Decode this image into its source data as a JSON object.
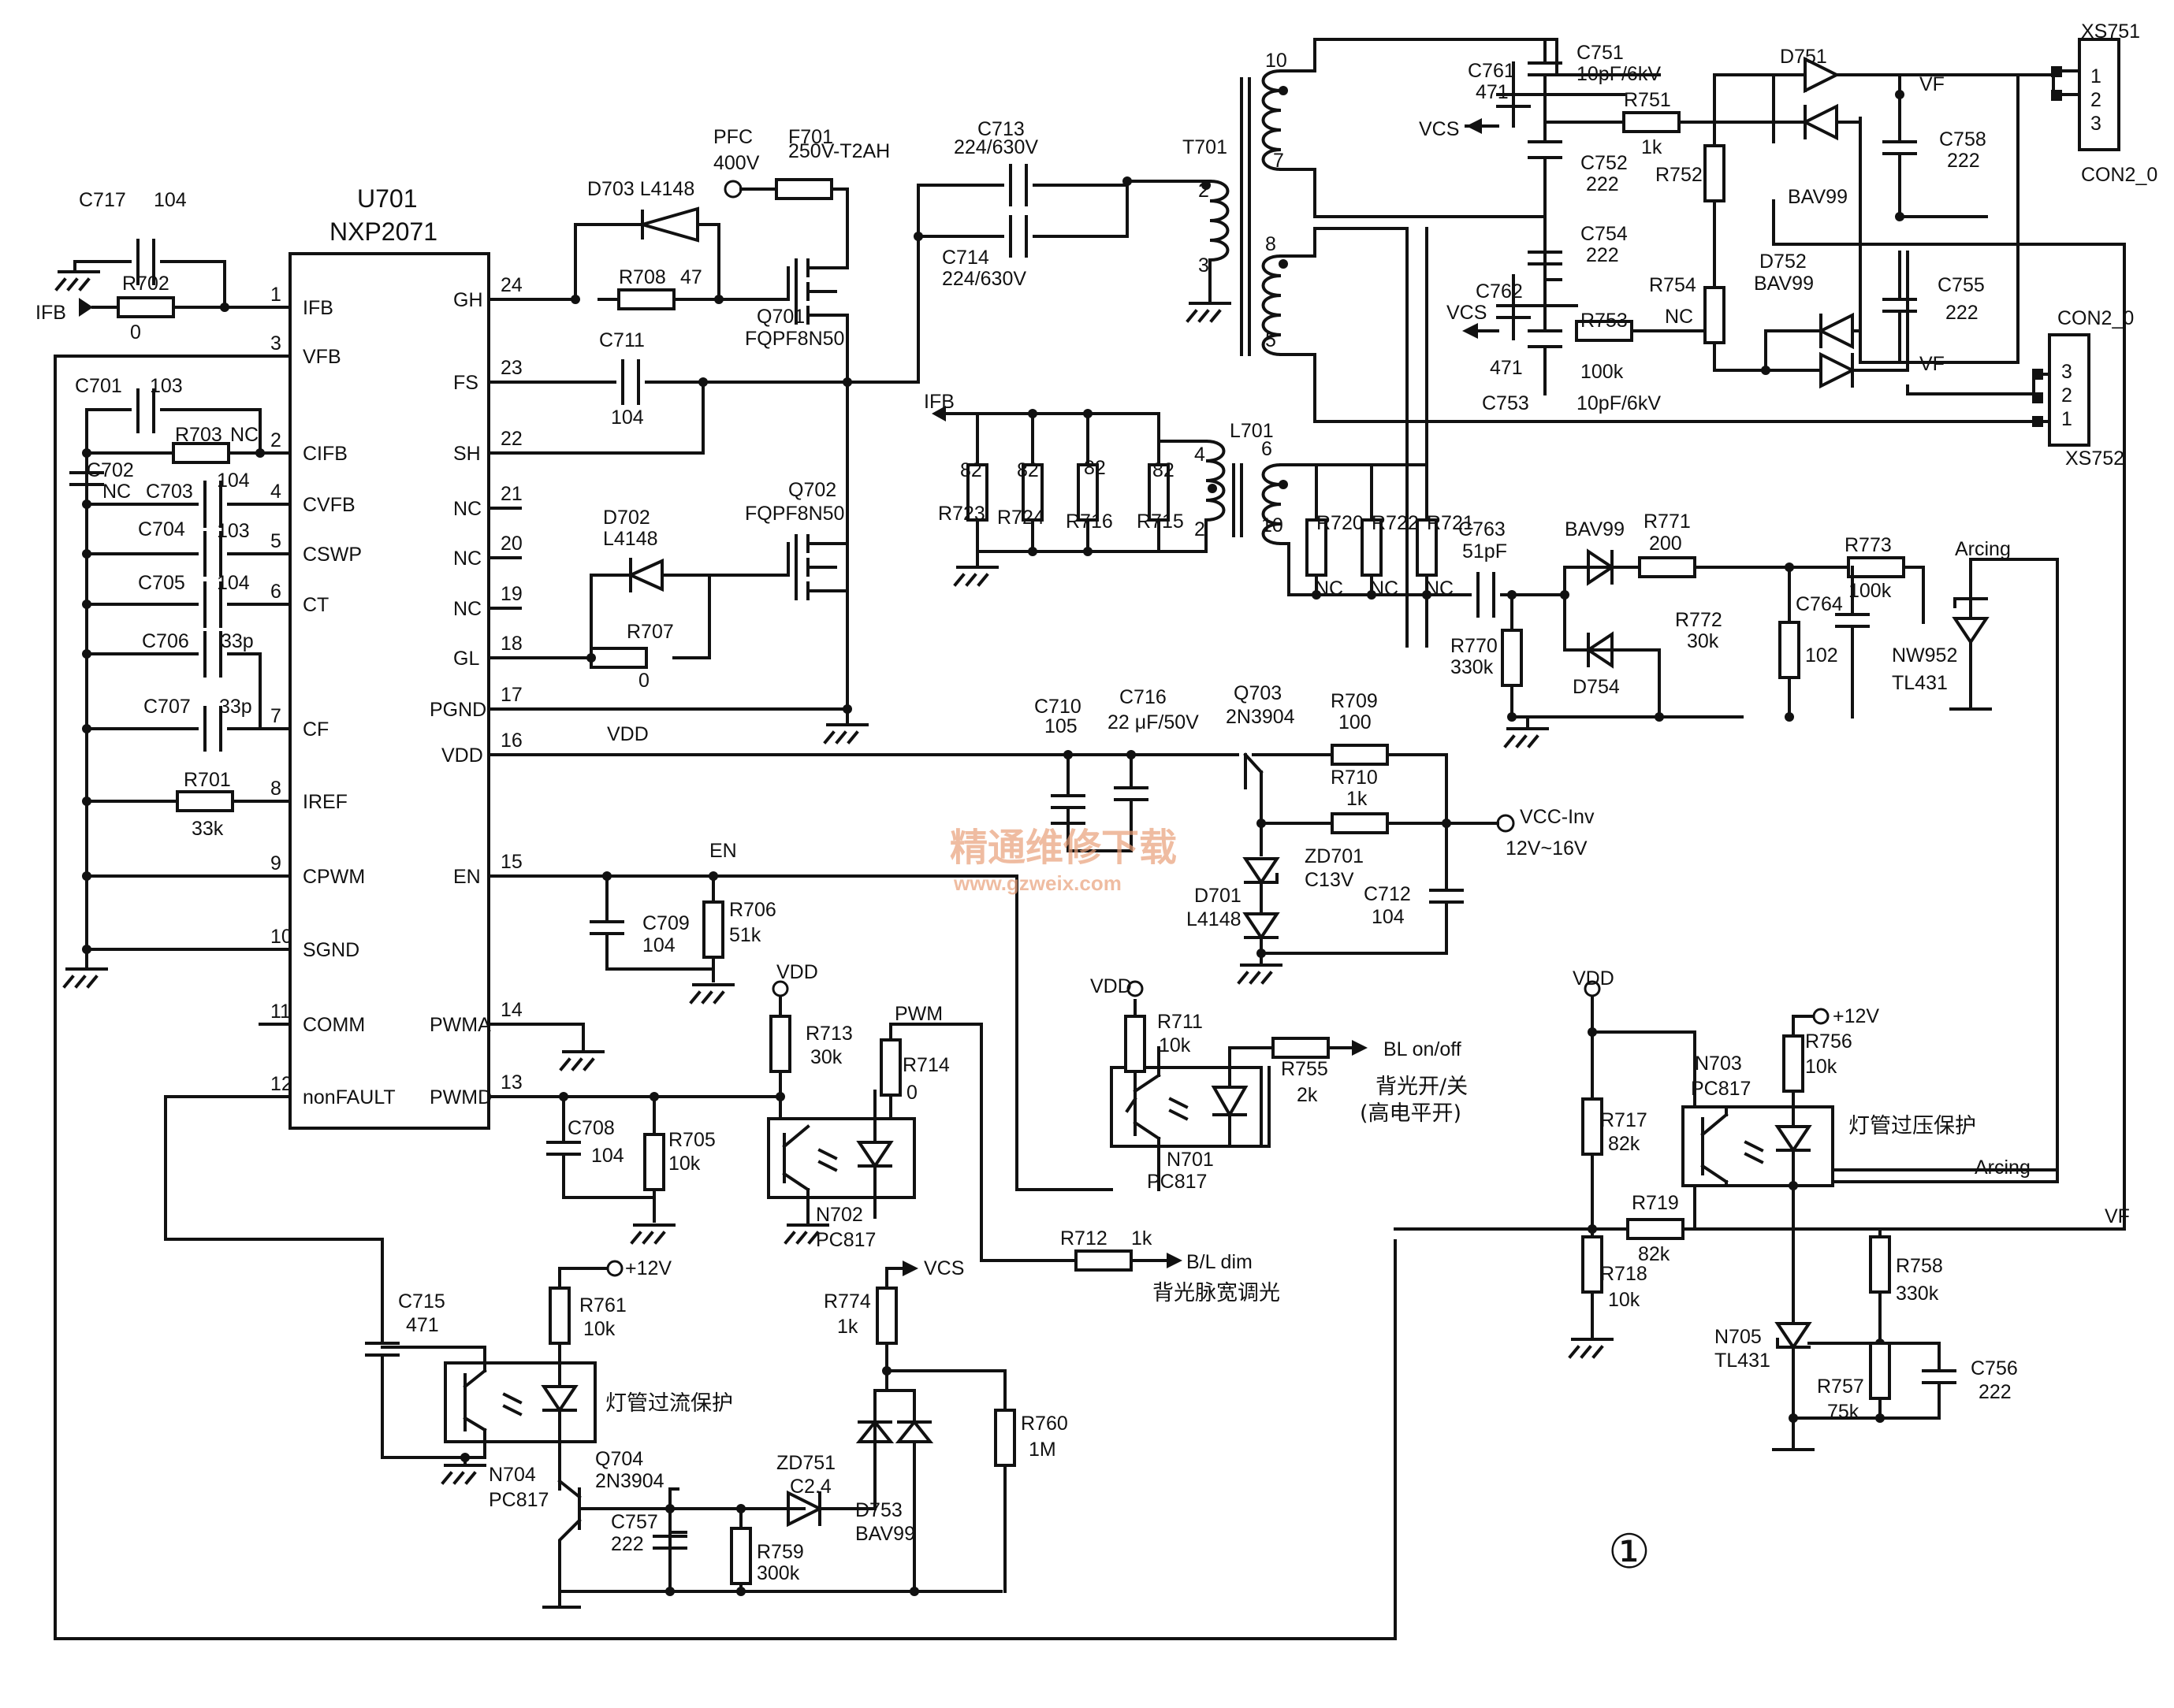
{
  "ic": {
    "ref": "U701",
    "part": "NXP2071",
    "left_pins": [
      {
        "num": "1",
        "name": "IFB"
      },
      {
        "num": "3",
        "name": "VFB"
      },
      {
        "num": "2",
        "name": "CIFB"
      },
      {
        "num": "4",
        "name": "CVFB"
      },
      {
        "num": "5",
        "name": "CSWP"
      },
      {
        "num": "6",
        "name": "CT"
      },
      {
        "num": "7",
        "name": "CF"
      },
      {
        "num": "8",
        "name": "IREF"
      },
      {
        "num": "9",
        "name": "CPWM"
      },
      {
        "num": "10",
        "name": "SGND"
      },
      {
        "num": "11",
        "name": "COMM"
      },
      {
        "num": "12",
        "name": "nonFAULT"
      }
    ],
    "right_pins": [
      {
        "num": "24",
        "name": "GH"
      },
      {
        "num": "23",
        "name": "FS"
      },
      {
        "num": "22",
        "name": "SH"
      },
      {
        "num": "21",
        "name": "NC"
      },
      {
        "num": "20",
        "name": "NC"
      },
      {
        "num": "19",
        "name": "NC"
      },
      {
        "num": "18",
        "name": "GL"
      },
      {
        "num": "17",
        "name": "PGND"
      },
      {
        "num": "16",
        "name": "VDD"
      },
      {
        "num": "15",
        "name": "EN"
      },
      {
        "num": "14",
        "name": "PWMA"
      },
      {
        "num": "13",
        "name": "PWMD"
      }
    ]
  },
  "labels": [
    {
      "id": "c717",
      "text": "C717"
    },
    {
      "id": "c717v",
      "text": "104"
    },
    {
      "id": "r702",
      "text": "R702"
    },
    {
      "id": "r702v",
      "text": "0"
    },
    {
      "id": "ifb_in",
      "text": "IFB"
    },
    {
      "id": "c701",
      "text": "C701"
    },
    {
      "id": "c701v",
      "text": "103"
    },
    {
      "id": "r703",
      "text": "R703"
    },
    {
      "id": "r703v",
      "text": "NC"
    },
    {
      "id": "c702",
      "text": "C702"
    },
    {
      "id": "c702v",
      "text": "NC"
    },
    {
      "id": "c703",
      "text": "C703"
    },
    {
      "id": "c703v",
      "text": "104"
    },
    {
      "id": "c704",
      "text": "C704"
    },
    {
      "id": "c704v",
      "text": "103"
    },
    {
      "id": "c705",
      "text": "C705"
    },
    {
      "id": "c705v",
      "text": "104"
    },
    {
      "id": "c706",
      "text": "C706"
    },
    {
      "id": "c706v",
      "text": "33p"
    },
    {
      "id": "c707",
      "text": "C707"
    },
    {
      "id": "c707v",
      "text": "33p"
    },
    {
      "id": "r701",
      "text": "R701"
    },
    {
      "id": "r701v",
      "text": "33k"
    },
    {
      "id": "d703",
      "text": "D703 L4148"
    },
    {
      "id": "r708",
      "text": "R708"
    },
    {
      "id": "r708v",
      "text": "47"
    },
    {
      "id": "pfc",
      "text": "PFC"
    },
    {
      "id": "pfcv",
      "text": "400V"
    },
    {
      "id": "f701",
      "text": "F701"
    },
    {
      "id": "f701v",
      "text": "250V-T2AH"
    },
    {
      "id": "q701",
      "text": "Q701"
    },
    {
      "id": "q701v",
      "text": "FQPF8N50"
    },
    {
      "id": "c711",
      "text": "C711"
    },
    {
      "id": "c711v",
      "text": "104"
    },
    {
      "id": "q702",
      "text": "Q702"
    },
    {
      "id": "q702v",
      "text": "FQPF8N50"
    },
    {
      "id": "d702",
      "text": "D702"
    },
    {
      "id": "d702v",
      "text": "L4148"
    },
    {
      "id": "r707",
      "text": "R707"
    },
    {
      "id": "r707v",
      "text": "0"
    },
    {
      "id": "c713",
      "text": "C713"
    },
    {
      "id": "c713v",
      "text": "224/630V"
    },
    {
      "id": "c714",
      "text": "C714"
    },
    {
      "id": "c714v",
      "text": "224/630V"
    },
    {
      "id": "t701",
      "text": "T701"
    },
    {
      "id": "c761",
      "text": "C761"
    },
    {
      "id": "c761v",
      "text": "471"
    },
    {
      "id": "c751",
      "text": "C751"
    },
    {
      "id": "c751v",
      "text": "10pF/6kV"
    },
    {
      "id": "r751",
      "text": "R751"
    },
    {
      "id": "r751v",
      "text": "1k"
    },
    {
      "id": "c752",
      "text": "C752"
    },
    {
      "id": "c752v",
      "text": "222"
    },
    {
      "id": "vcs1",
      "text": "VCS"
    },
    {
      "id": "r752",
      "text": "R752"
    },
    {
      "id": "d751",
      "text": "D751"
    },
    {
      "id": "bav99a",
      "text": "BAV99"
    },
    {
      "id": "vf1",
      "text": "VF"
    },
    {
      "id": "c758",
      "text": "C758"
    },
    {
      "id": "c758v",
      "text": "222"
    },
    {
      "id": "xs751",
      "text": "XS751"
    },
    {
      "id": "con2a",
      "text": "CON2_0"
    },
    {
      "id": "c754",
      "text": "C754"
    },
    {
      "id": "c754v",
      "text": "222"
    },
    {
      "id": "c762",
      "text": "C762"
    },
    {
      "id": "c762v",
      "text": "471"
    },
    {
      "id": "vcs2",
      "text": "VCS"
    },
    {
      "id": "r754",
      "text": "R754"
    },
    {
      "id": "r754v",
      "text": "NC"
    },
    {
      "id": "d752",
      "text": "D752"
    },
    {
      "id": "bav99b",
      "text": "BAV99"
    },
    {
      "id": "c755",
      "text": "C755"
    },
    {
      "id": "c755v",
      "text": "222"
    },
    {
      "id": "r753",
      "text": "R753"
    },
    {
      "id": "r753v",
      "text": "100k"
    },
    {
      "id": "c753",
      "text": "C753"
    },
    {
      "id": "c753v",
      "text": "10pF/6kV"
    },
    {
      "id": "vf2",
      "text": "VF"
    },
    {
      "id": "con2b",
      "text": "CON2_0"
    },
    {
      "id": "xs752",
      "text": "XS752"
    },
    {
      "id": "ifb_top",
      "text": "IFB"
    },
    {
      "id": "r723",
      "text": "R723"
    },
    {
      "id": "r723v",
      "text": "82"
    },
    {
      "id": "r724",
      "text": "R724"
    },
    {
      "id": "r724v",
      "text": "82"
    },
    {
      "id": "r716",
      "text": "R716"
    },
    {
      "id": "r716v",
      "text": "82"
    },
    {
      "id": "r715",
      "text": "R715"
    },
    {
      "id": "r715v",
      "text": "82"
    },
    {
      "id": "l701",
      "text": "L701"
    },
    {
      "id": "r720",
      "text": "R720"
    },
    {
      "id": "r722",
      "text": "R722"
    },
    {
      "id": "r721",
      "text": "R721"
    },
    {
      "id": "nc1",
      "text": "NC"
    },
    {
      "id": "nc2",
      "text": "NC"
    },
    {
      "id": "nc3",
      "text": "NC"
    },
    {
      "id": "c763",
      "text": "C763"
    },
    {
      "id": "c763v",
      "text": "51pF"
    },
    {
      "id": "bav99c",
      "text": "BAV99"
    },
    {
      "id": "r771",
      "text": "R771"
    },
    {
      "id": "r771v",
      "text": "200"
    },
    {
      "id": "r773",
      "text": "R773"
    },
    {
      "id": "r773v",
      "text": "100k"
    },
    {
      "id": "arcing1",
      "text": "Arcing"
    },
    {
      "id": "r772",
      "text": "R772"
    },
    {
      "id": "r772v",
      "text": "30k"
    },
    {
      "id": "c764",
      "text": "C764"
    },
    {
      "id": "c764v",
      "text": "102"
    },
    {
      "id": "r770",
      "text": "R770"
    },
    {
      "id": "r770v",
      "text": "330k"
    },
    {
      "id": "d754",
      "text": "D754"
    },
    {
      "id": "nw952",
      "text": "NW952"
    },
    {
      "id": "tl431a",
      "text": "TL431"
    },
    {
      "id": "c710",
      "text": "C710"
    },
    {
      "id": "c710v",
      "text": "105"
    },
    {
      "id": "c716",
      "text": "C716"
    },
    {
      "id": "c716v",
      "text": "22 μF/50V"
    },
    {
      "id": "q703",
      "text": "Q703"
    },
    {
      "id": "q703v",
      "text": "2N3904"
    },
    {
      "id": "r709",
      "text": "R709"
    },
    {
      "id": "r709v",
      "text": "100"
    },
    {
      "id": "r710",
      "text": "R710"
    },
    {
      "id": "r710v",
      "text": "1k"
    },
    {
      "id": "vccinv",
      "text": "VCC-Inv"
    },
    {
      "id": "vccrange",
      "text": "12V~16V"
    },
    {
      "id": "zd701",
      "text": "ZD701"
    },
    {
      "id": "zd701v",
      "text": "C13V"
    },
    {
      "id": "d701",
      "text": "D701"
    },
    {
      "id": "d701v",
      "text": "L4148"
    },
    {
      "id": "c712",
      "text": "C712"
    },
    {
      "id": "c712v",
      "text": "104"
    },
    {
      "id": "vddlbl",
      "text": "VDD"
    },
    {
      "id": "en",
      "text": "EN"
    },
    {
      "id": "c709",
      "text": "C709"
    },
    {
      "id": "c709v",
      "text": "104"
    },
    {
      "id": "r706",
      "text": "R706"
    },
    {
      "id": "r706v",
      "text": "51k"
    },
    {
      "id": "vdd2",
      "text": "VDD"
    },
    {
      "id": "r711",
      "text": "R711"
    },
    {
      "id": "r711v",
      "text": "10k"
    },
    {
      "id": "r755",
      "text": "R755"
    },
    {
      "id": "r755v",
      "text": "2k"
    },
    {
      "id": "blonoff",
      "text": "BL on/off"
    },
    {
      "id": "n701",
      "text": "N701"
    },
    {
      "id": "pc817a",
      "text": "PC817"
    },
    {
      "id": "vdd3",
      "text": "VDD"
    },
    {
      "id": "r713",
      "text": "R713"
    },
    {
      "id": "r713v",
      "text": "30k"
    },
    {
      "id": "pwm",
      "text": "PWM"
    },
    {
      "id": "r714",
      "text": "R714"
    },
    {
      "id": "r714v",
      "text": "0"
    },
    {
      "id": "c708",
      "text": "C708"
    },
    {
      "id": "c708v",
      "text": "104"
    },
    {
      "id": "r705",
      "text": "R705"
    },
    {
      "id": "r705v",
      "text": "10k"
    },
    {
      "id": "n702",
      "text": "N702"
    },
    {
      "id": "pc817b",
      "text": "PC817"
    },
    {
      "id": "r712",
      "text": "R712"
    },
    {
      "id": "r712v",
      "text": "1k"
    },
    {
      "id": "bldim",
      "text": "B/L dim"
    },
    {
      "id": "c715",
      "text": "C715"
    },
    {
      "id": "c715v",
      "text": "471"
    },
    {
      "id": "p12a",
      "text": "+12V"
    },
    {
      "id": "r761",
      "text": "R761"
    },
    {
      "id": "r761v",
      "text": "10k"
    },
    {
      "id": "n704",
      "text": "N704"
    },
    {
      "id": "pc817c",
      "text": "PC817"
    },
    {
      "id": "q704",
      "text": "Q704"
    },
    {
      "id": "q704v",
      "text": "2N3904"
    },
    {
      "id": "vcs3",
      "text": "VCS"
    },
    {
      "id": "r774",
      "text": "R774"
    },
    {
      "id": "r774v",
      "text": "1k"
    },
    {
      "id": "zd751",
      "text": "ZD751"
    },
    {
      "id": "zd751v",
      "text": "C2.4"
    },
    {
      "id": "r760",
      "text": "R760"
    },
    {
      "id": "r760v",
      "text": "1M"
    },
    {
      "id": "c757",
      "text": "C757"
    },
    {
      "id": "c757v",
      "text": "222"
    },
    {
      "id": "r759",
      "text": "R759"
    },
    {
      "id": "r759v",
      "text": "300k"
    },
    {
      "id": "d753",
      "text": "D753"
    },
    {
      "id": "bav99d",
      "text": "BAV99"
    },
    {
      "id": "vdd4",
      "text": "VDD"
    },
    {
      "id": "r717",
      "text": "R717"
    },
    {
      "id": "r717v",
      "text": "82k"
    },
    {
      "id": "r719",
      "text": "R719"
    },
    {
      "id": "r719v",
      "text": "82k"
    },
    {
      "id": "r718",
      "text": "R718"
    },
    {
      "id": "r718v",
      "text": "10k"
    },
    {
      "id": "n703",
      "text": "N703"
    },
    {
      "id": "pc817d",
      "text": "PC817"
    },
    {
      "id": "p12b",
      "text": "+12V"
    },
    {
      "id": "r756",
      "text": "R756"
    },
    {
      "id": "r756v",
      "text": "10k"
    },
    {
      "id": "arcing2",
      "text": "Arcing"
    },
    {
      "id": "vf3",
      "text": "VF"
    },
    {
      "id": "n705",
      "text": "N705"
    },
    {
      "id": "tl431b",
      "text": "TL431"
    },
    {
      "id": "r758",
      "text": "R758"
    },
    {
      "id": "r758v",
      "text": "330k"
    },
    {
      "id": "r757",
      "text": "R757"
    },
    {
      "id": "r757v",
      "text": "75k"
    },
    {
      "id": "c756",
      "text": "C756"
    },
    {
      "id": "c756v",
      "text": "222"
    },
    {
      "id": "circ1",
      "text": "①"
    }
  ],
  "cn_labels": {
    "bl_switch": "背光开/关",
    "bl_high": "(高电平开)",
    "bl_dim": "背光脉宽调光",
    "over_current": "灯管过流保护",
    "over_voltage": "灯管过压保护"
  },
  "watermark": {
    "cn": "精通维修下载",
    "url": "www.gzweix.com"
  },
  "t701_pins": [
    "10",
    "7",
    "2",
    "3",
    "8",
    "5"
  ],
  "l701_pins": [
    "4",
    "6",
    "2",
    "10"
  ],
  "con_pins": [
    "1",
    "2",
    "3"
  ]
}
